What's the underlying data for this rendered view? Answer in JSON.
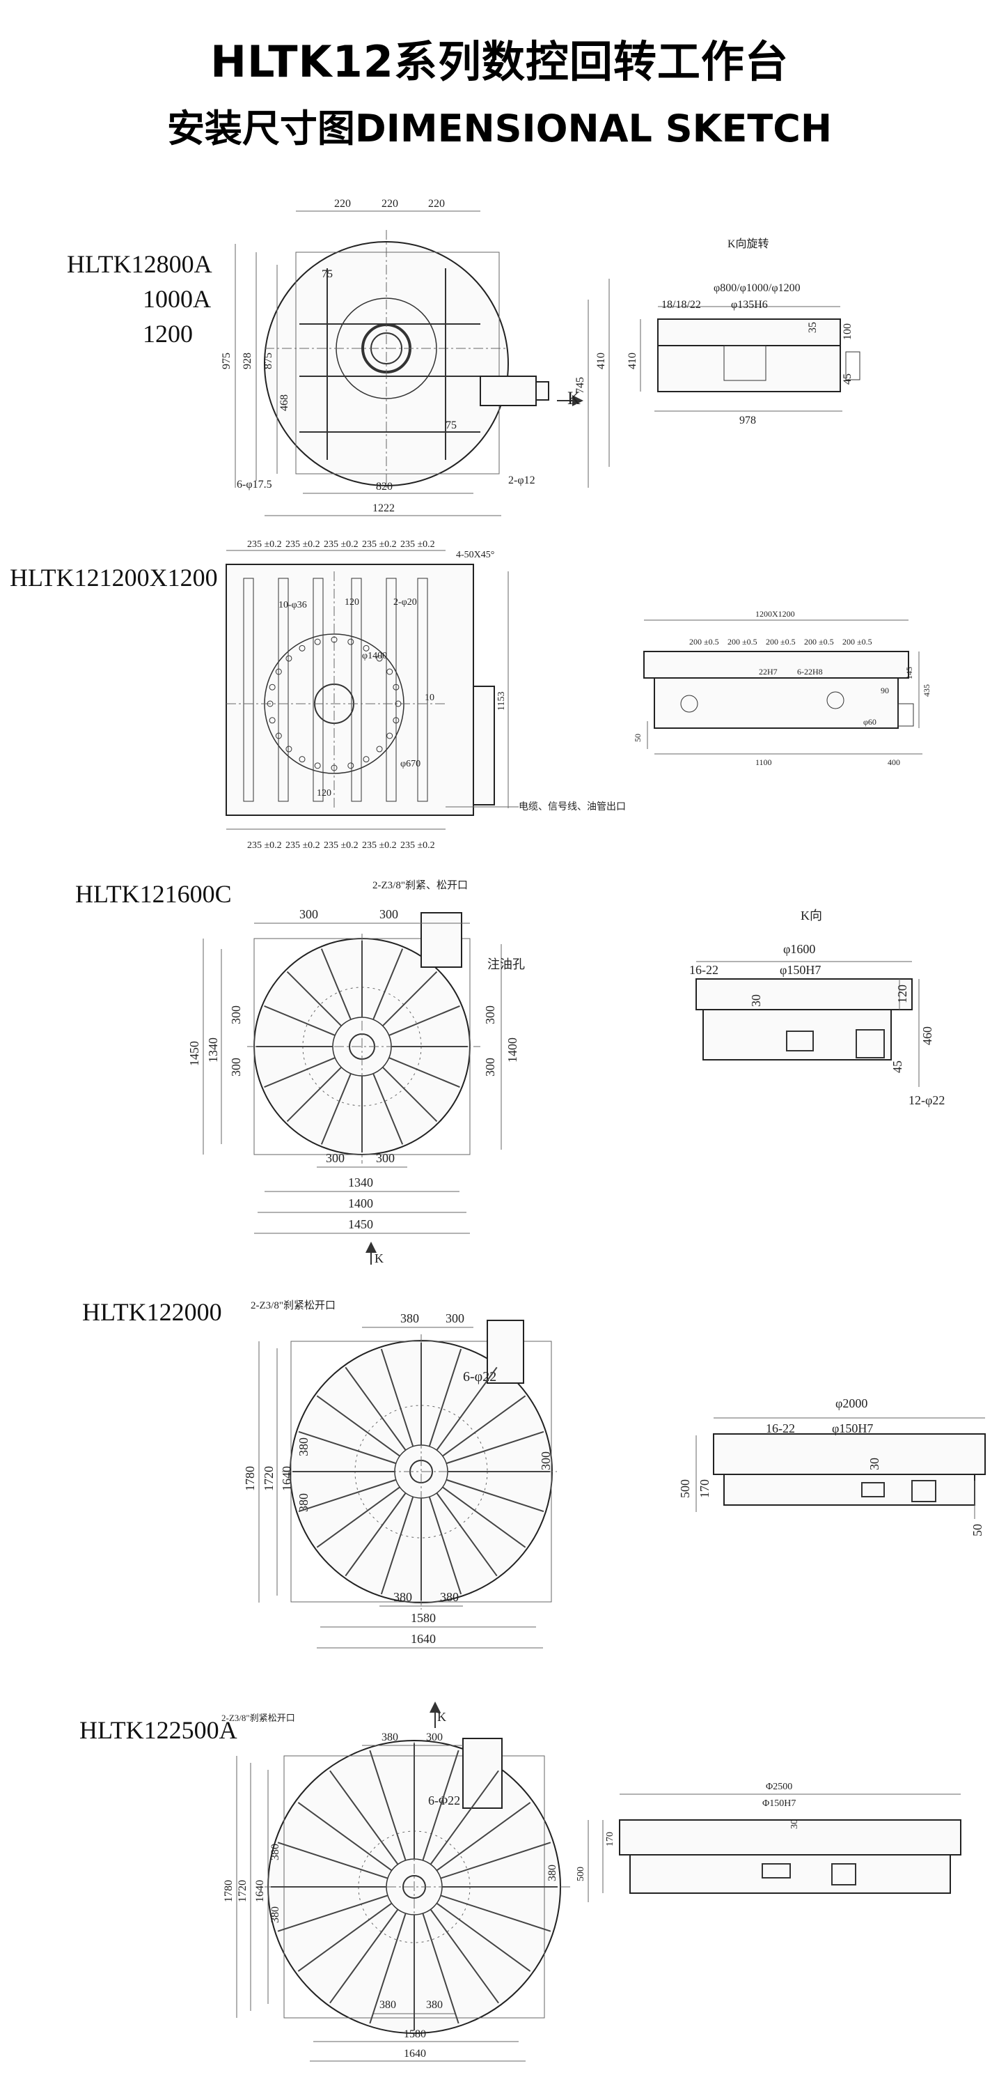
{
  "header": {
    "title": "HLTK12系列数控回转工作台",
    "subtitle": "安装尺寸图DIMENSIONAL SKETCH"
  },
  "sections": [
    {
      "models": [
        "HLTK12800A",
        "1000A",
        "1200"
      ],
      "plan_dims": {
        "top": [
          "220",
          "220",
          "220"
        ],
        "left": [
          "975",
          "928",
          "875",
          "468"
        ],
        "right": [
          "745",
          "410"
        ],
        "bottom": [
          "820",
          "1222"
        ],
        "notes": [
          "75",
          "75",
          "6-φ17.5",
          "2-φ12",
          "K"
        ]
      },
      "side_view": {
        "caption": "K向旋转",
        "diameter": "φ800/φ1000/φ1200",
        "slot": "18/18/22",
        "bore": "φ135H6",
        "dims": [
          "35",
          "100",
          "45",
          "410",
          "978"
        ]
      }
    },
    {
      "models": [
        "HLTK121200X1200"
      ],
      "plan_dims": {
        "top": [
          "235 ±0.2",
          "235 ±0.2",
          "235 ±0.2",
          "235 ±0.2",
          "235 ±0.2"
        ],
        "chamfer": "4-50X45°",
        "holes": [
          "10-φ36",
          "2-φ20"
        ],
        "center": [
          "120",
          "φ1400",
          "10"
        ],
        "right": "1153",
        "bottom": [
          "235 ±0.2",
          "235 ±0.2",
          "235 ±0.2",
          "235 ±0.2",
          "235 ±0.2"
        ],
        "other": [
          "120",
          "φ670"
        ],
        "note": "电缆、信号线、油管出口"
      },
      "side_view": {
        "caption": "1200X1200",
        "top_dims": [
          "200 ±0.5",
          "200 ±0.5",
          "200 ±0.5",
          "200 ±0.5",
          "200 ±0.5"
        ],
        "slots": [
          "22H7",
          "6-22H8"
        ],
        "dims": [
          "90",
          "145",
          "435",
          "φ60",
          "50",
          "1100",
          "400"
        ]
      }
    },
    {
      "models": [
        "HLTK121600C"
      ],
      "plan_dims": {
        "note_top": "2-Z3/8\"刹紧、松开口",
        "top": [
          "300",
          "300"
        ],
        "oil": "注油孔",
        "left": [
          "1450",
          "1340",
          "300",
          "300"
        ],
        "right": [
          "300",
          "1400",
          "300"
        ],
        "bottom": [
          "300",
          "300",
          "1340",
          "1400",
          "1450"
        ],
        "k": "K"
      },
      "side_view": {
        "caption": "K向",
        "diameter": "φ1600",
        "slot": "16-22",
        "bore": "φ150H7",
        "dims": [
          "30",
          "120",
          "460",
          "45",
          "12-φ22"
        ]
      }
    },
    {
      "models": [
        "HLTK122000"
      ],
      "plan_dims": {
        "note_top": "2-Z3/8\"刹紧松开口",
        "top": [
          "380",
          "300"
        ],
        "holes": "6-φ22",
        "left": [
          "1780",
          "1720",
          "1640",
          "380",
          "380"
        ],
        "right": "300",
        "bottom": [
          "380",
          "380",
          "1580",
          "1640"
        ]
      },
      "side_view": {
        "diameter": "φ2000",
        "slot": "16-22",
        "bore": "φ150H7",
        "dims": [
          "500",
          "170",
          "30",
          "50"
        ]
      }
    },
    {
      "models": [
        "HLTK122500A"
      ],
      "plan_dims": {
        "note_top": "2-Z3/8\"刹紧松开口",
        "top": [
          "380",
          "300"
        ],
        "holes": "6-Φ22",
        "left": [
          "1780",
          "1720",
          "1640",
          "380",
          "380"
        ],
        "right": "380",
        "bottom": [
          "380",
          "380",
          "1580",
          "1640"
        ],
        "k": "K"
      },
      "side_view": {
        "diameter": "Φ2500",
        "bore": "Φ150H7",
        "dims": [
          "170",
          "500",
          "30"
        ]
      }
    }
  ]
}
